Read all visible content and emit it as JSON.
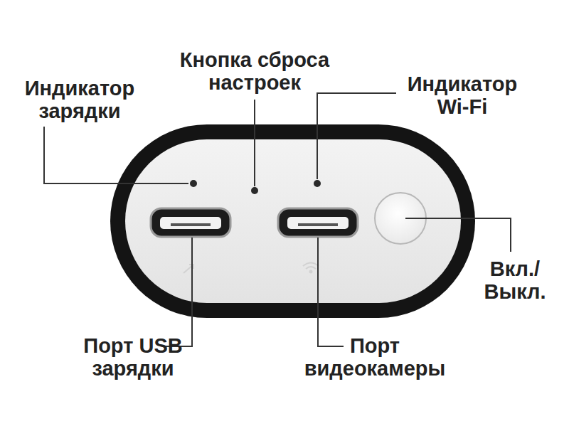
{
  "diagram": {
    "labels": [
      "Индикатор зарядки",
      "Кнопка сброса настроек",
      "Индикатор Wi-Fi",
      "Вкл./ Выкл.",
      "Порт USB зарядки",
      "Порт видеокамеры"
    ]
  }
}
